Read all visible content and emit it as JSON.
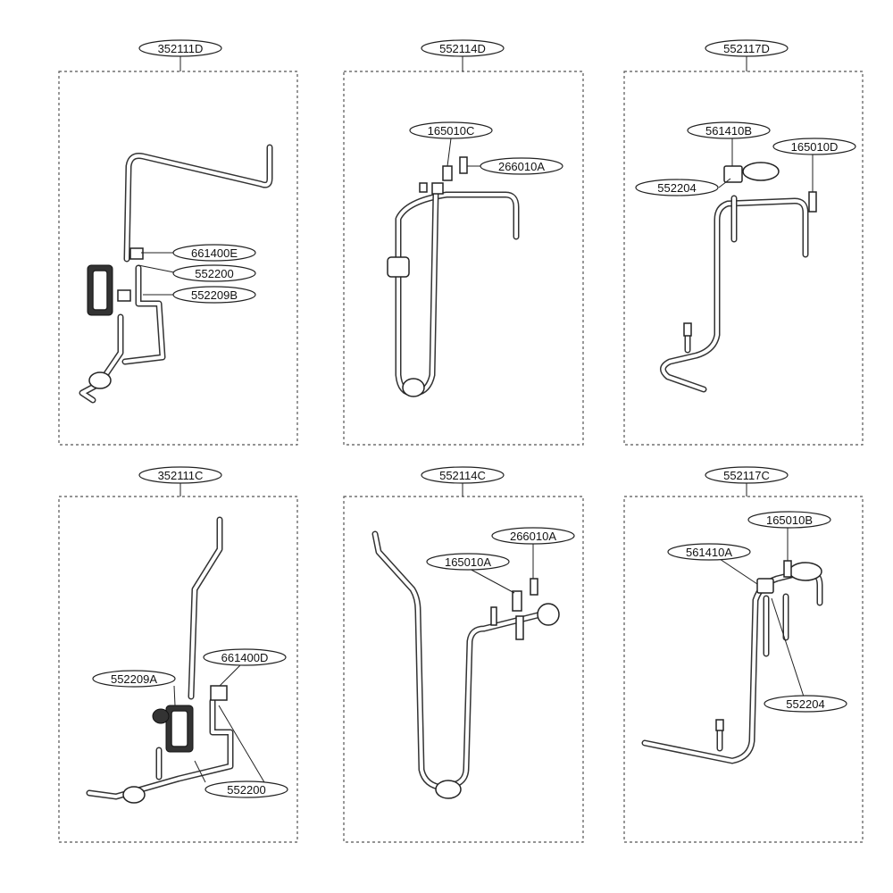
{
  "panels": [
    {
      "code": "352111D",
      "callouts": [
        "661400E",
        "552200",
        "552209B"
      ]
    },
    {
      "code": "552114D",
      "callouts": [
        "165010C",
        "266010A"
      ]
    },
    {
      "code": "552117D",
      "callouts": [
        "561410B",
        "165010D",
        "552204"
      ]
    },
    {
      "code": "352111C",
      "callouts": [
        "661400D",
        "552209A",
        "552200"
      ]
    },
    {
      "code": "552114C",
      "callouts": [
        "266010A",
        "165010A"
      ]
    },
    {
      "code": "552117C",
      "callouts": [
        "165010B",
        "561410A",
        "552204"
      ]
    }
  ]
}
